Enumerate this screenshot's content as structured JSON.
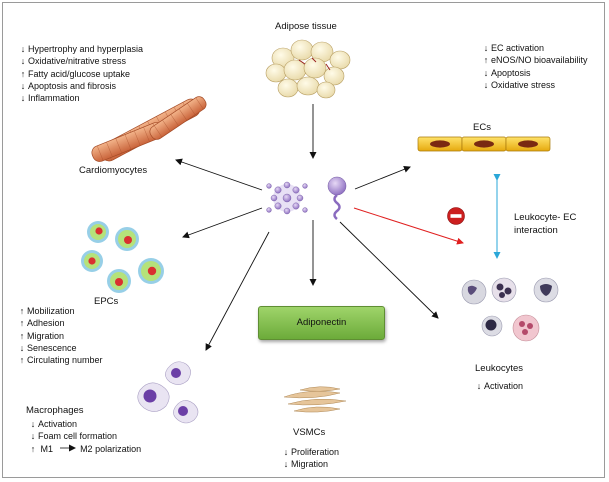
{
  "nodes": {
    "adipose_tissue": "Adipose tissue",
    "cardiomyocytes": "Cardiomyocytes",
    "ecs": "ECs",
    "epcs": "EPCs",
    "adiponectin": "Adiponectin",
    "leukocytes": "Leukocytes",
    "leukocyte_ec_1": "Leukocyte- EC",
    "leukocyte_ec_2": "interaction",
    "macrophages": "Macrophages",
    "vsmcs": "VSMCs"
  },
  "cardiomyocyte_effects": [
    {
      "dir": "down",
      "text": "Hypertrophy and hyperplasia"
    },
    {
      "dir": "down",
      "text": "Oxidative/nitrative stress"
    },
    {
      "dir": "up",
      "text": "Fatty acid/glucose uptake"
    },
    {
      "dir": "down",
      "text": "Apoptosis and fibrosis"
    },
    {
      "dir": "down",
      "text": "Inflammation"
    }
  ],
  "ec_effects": [
    {
      "dir": "down",
      "text": "EC activation"
    },
    {
      "dir": "up",
      "text": "eNOS/NO bioavailability"
    },
    {
      "dir": "down",
      "text": "Apoptosis"
    },
    {
      "dir": "down",
      "text": "Oxidative stress"
    }
  ],
  "epc_effects": [
    {
      "dir": "up",
      "text": "Mobilization"
    },
    {
      "dir": "up",
      "text": "Adhesion"
    },
    {
      "dir": "up",
      "text": "Migration"
    },
    {
      "dir": "down",
      "text": "Senescence"
    },
    {
      "dir": "up",
      "text": "Circulating number"
    }
  ],
  "leukocyte_effects": [
    {
      "dir": "down",
      "text": "Activation"
    }
  ],
  "macrophage_effects": [
    {
      "dir": "down",
      "text": "Activation"
    },
    {
      "dir": "down",
      "text": "Foam cell formation"
    }
  ],
  "macrophage_polarization": {
    "dir": "up",
    "from": "M1",
    "to": "M2 polarization"
  },
  "vsmc_effects": [
    {
      "dir": "down",
      "text": "Proliferation"
    },
    {
      "dir": "down",
      "text": "Migration"
    }
  ],
  "colors": {
    "inhibit_arrow": "#e02020",
    "interaction_arrow": "#2aa7d8",
    "inhibit_sign": "#cc1f1f",
    "adiponectin_box": "#86c24f",
    "ec_cell": "#f3c21c"
  },
  "arrow_glyphs": {
    "up": "↑",
    "down": "↓",
    "right": "→"
  }
}
